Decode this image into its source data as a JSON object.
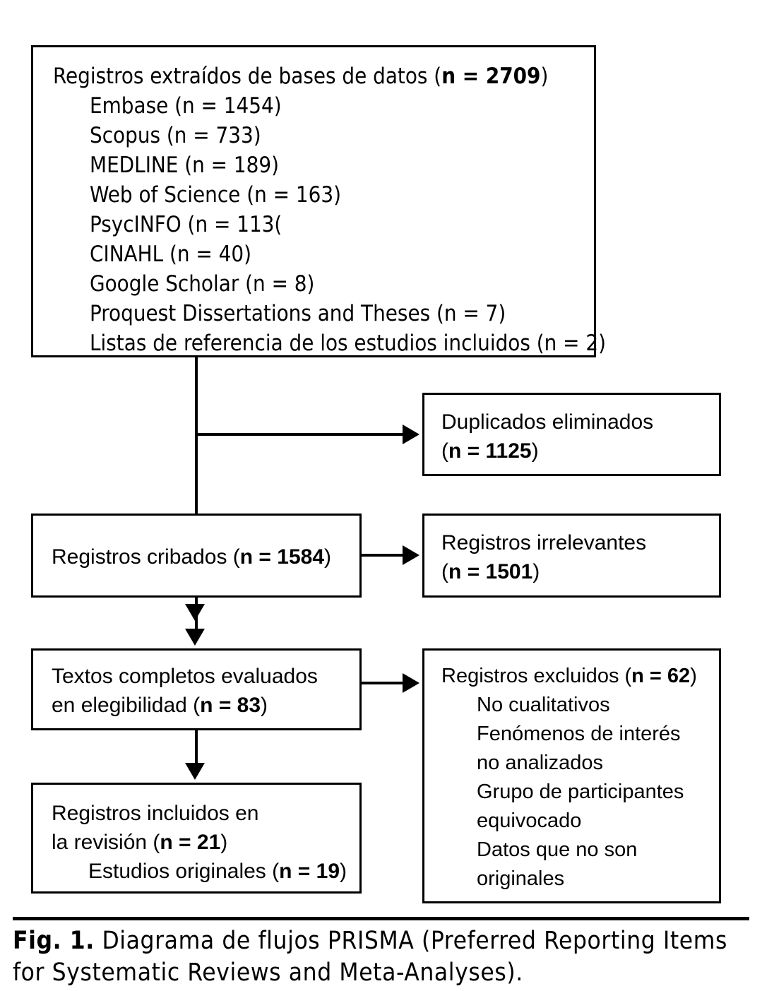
{
  "figure": {
    "caption_lead": "Fig. 1.",
    "caption_text": " Diagrama de flujos PRISMA (Preferred Reporting Items for Systematic Reviews and Meta-Analyses).",
    "stroke_color": "#000000",
    "background_color": "#ffffff"
  },
  "boxes": {
    "sources": {
      "heading_prefix": "Registros extraídos de bases de datos (",
      "heading_bold": "n = 2709",
      "heading_suffix": ")",
      "items": [
        "Embase (n = 1454)",
        "Scopus (n = 733)",
        "MEDLINE (n = 189)",
        "Web of Science (n = 163)",
        "PsycINFO (n = 113(",
        "CINAHL (n = 40)",
        "Google Scholar (n = 8)",
        "Proquest Dissertations and Theses (n = 7)",
        "Listas de referencia de los estudios incluidos (n = 2)"
      ]
    },
    "duplicates": {
      "line1": "Duplicados eliminados",
      "line2_prefix": "(",
      "line2_bold": "n = 1125",
      "line2_suffix": ")"
    },
    "screened": {
      "line1_prefix": "Registros cribados (",
      "line1_bold": "n = 1584",
      "line1_suffix": ")"
    },
    "irrelevant": {
      "line1": "Registros irrelevantes",
      "line2_prefix": "(",
      "line2_bold": "n = 1501",
      "line2_suffix": ")"
    },
    "fulltext": {
      "line1": "Textos completos evaluados",
      "line2_prefix": "en elegibilidad (",
      "line2_bold": "n = 83",
      "line2_suffix": ")"
    },
    "excluded": {
      "heading_prefix": "Registros excluidos (",
      "heading_bold": "n = 62",
      "heading_suffix": ")",
      "items": [
        "No cualitativos",
        "Fenómenos de interés",
        "no analizados",
        "Grupo de participantes",
        "equivocado",
        "Datos que no son",
        "originales"
      ]
    },
    "included": {
      "line1": "Registros incluidos en",
      "line2_prefix": "la revisión (",
      "line2_bold": "n = 21",
      "line2_suffix": ")",
      "line3_prefix": "Estudios originales (",
      "line3_bold": "n = 19",
      "line3_suffix": ")"
    }
  },
  "chart_data": {
    "type": "diagram",
    "title": "Diagrama de flujos PRISMA",
    "nodes": [
      {
        "id": "sources",
        "label": "Registros extraídos de bases de datos",
        "n": 2709
      },
      {
        "id": "duplicates",
        "label": "Duplicados eliminados",
        "n": 1125
      },
      {
        "id": "screened",
        "label": "Registros cribados",
        "n": 1584
      },
      {
        "id": "irrelevant",
        "label": "Registros irrelevantes",
        "n": 1501
      },
      {
        "id": "fulltext",
        "label": "Textos completos evaluados en elegibilidad",
        "n": 83
      },
      {
        "id": "excluded",
        "label": "Registros excluidos",
        "n": 62
      },
      {
        "id": "included",
        "label": "Registros incluidos en la revisión",
        "n": 21
      },
      {
        "id": "originals",
        "label": "Estudios originales",
        "n": 19
      }
    ],
    "source_breakdown": [
      {
        "source": "Embase",
        "n": 1454
      },
      {
        "source": "Scopus",
        "n": 733
      },
      {
        "source": "MEDLINE",
        "n": 189
      },
      {
        "source": "Web of Science",
        "n": 163
      },
      {
        "source": "PsycINFO",
        "n": 113
      },
      {
        "source": "CINAHL",
        "n": 40
      },
      {
        "source": "Google Scholar",
        "n": 8
      },
      {
        "source": "Proquest Dissertations and Theses",
        "n": 7
      },
      {
        "source": "Listas de referencia de los estudios incluidos",
        "n": 2
      }
    ],
    "exclusion_reasons": [
      "No cualitativos",
      "Fenómenos de interés no analizados",
      "Grupo de participantes equivocado",
      "Datos que no son originales"
    ],
    "edges": [
      {
        "from": "sources",
        "to": "duplicates",
        "kind": "branch"
      },
      {
        "from": "sources",
        "to": "screened",
        "kind": "flow"
      },
      {
        "from": "screened",
        "to": "irrelevant",
        "kind": "branch"
      },
      {
        "from": "screened",
        "to": "fulltext",
        "kind": "flow"
      },
      {
        "from": "fulltext",
        "to": "excluded",
        "kind": "branch"
      },
      {
        "from": "fulltext",
        "to": "included",
        "kind": "flow"
      }
    ]
  }
}
